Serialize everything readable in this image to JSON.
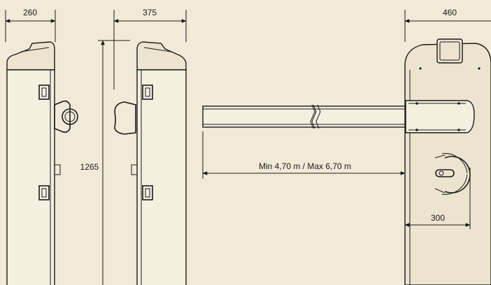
{
  "diagram": {
    "dimensions": {
      "width_a": "260",
      "width_b": "375",
      "width_c": "460",
      "height": "1265",
      "beam_length": "Min 4,70 m / Max 6,70 m",
      "pivot_offset": "300"
    },
    "colors": {
      "background": "#f1ead8",
      "line": "#1a1a1a"
    }
  }
}
